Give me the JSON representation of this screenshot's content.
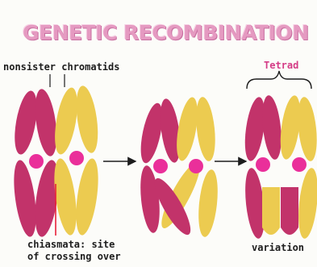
{
  "title": "GENETIC RECOMBINATION",
  "labels": {
    "nonsister": "nonsister chromatids",
    "tetrad": "Tetrad",
    "chiasmata_line1": "chiasmata: site",
    "chiasmata_line2": "of crossing over",
    "variation": "variation"
  },
  "colors": {
    "magenta": "#c2336a",
    "yellow": "#eccb50",
    "centromere": "#ea2f9a",
    "title_pink": "#e59ac1",
    "arrow": "#1d1d1d"
  }
}
